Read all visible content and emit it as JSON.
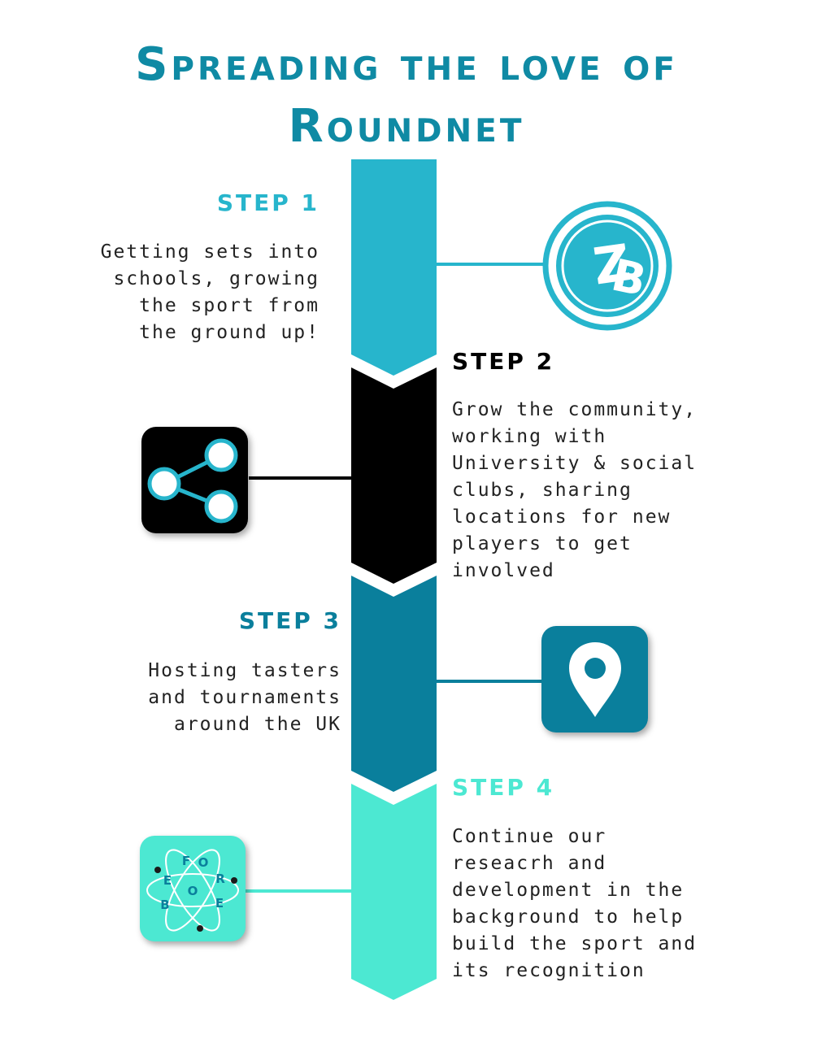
{
  "title": {
    "line1": "Spreading the love of",
    "line2": "Roundnet"
  },
  "colors": {
    "title": "#0f8aa4",
    "step1": "#27b5cc",
    "step2": "#000000",
    "step3": "#0a7f9c",
    "step4": "#4ce8d2",
    "text": "#222222"
  },
  "steps": [
    {
      "label": "STEP 1",
      "lines": [
        "Getting sets into",
        "schools, growing",
        "the sport from",
        "the ground up!"
      ],
      "icon": "zb-logo-icon"
    },
    {
      "label": "STEP 2",
      "lines": [
        "Grow the community,",
        "working with",
        "University & social",
        "clubs, sharing",
        "locations for new",
        "players to get",
        "involved"
      ],
      "icon": "share-icon"
    },
    {
      "label": "STEP 3",
      "lines": [
        "Hosting tasters",
        "and tournaments",
        "around the UK"
      ],
      "icon": "location-pin-icon"
    },
    {
      "label": "STEP 4",
      "lines": [
        "Continue our",
        "reseacrh and",
        "development in the",
        "background to help",
        "build the sport and",
        "its recognition"
      ],
      "icon": "atom-icon"
    }
  ],
  "atom_letters": [
    "F",
    "O",
    "E",
    "R",
    "B",
    "O",
    "E"
  ]
}
